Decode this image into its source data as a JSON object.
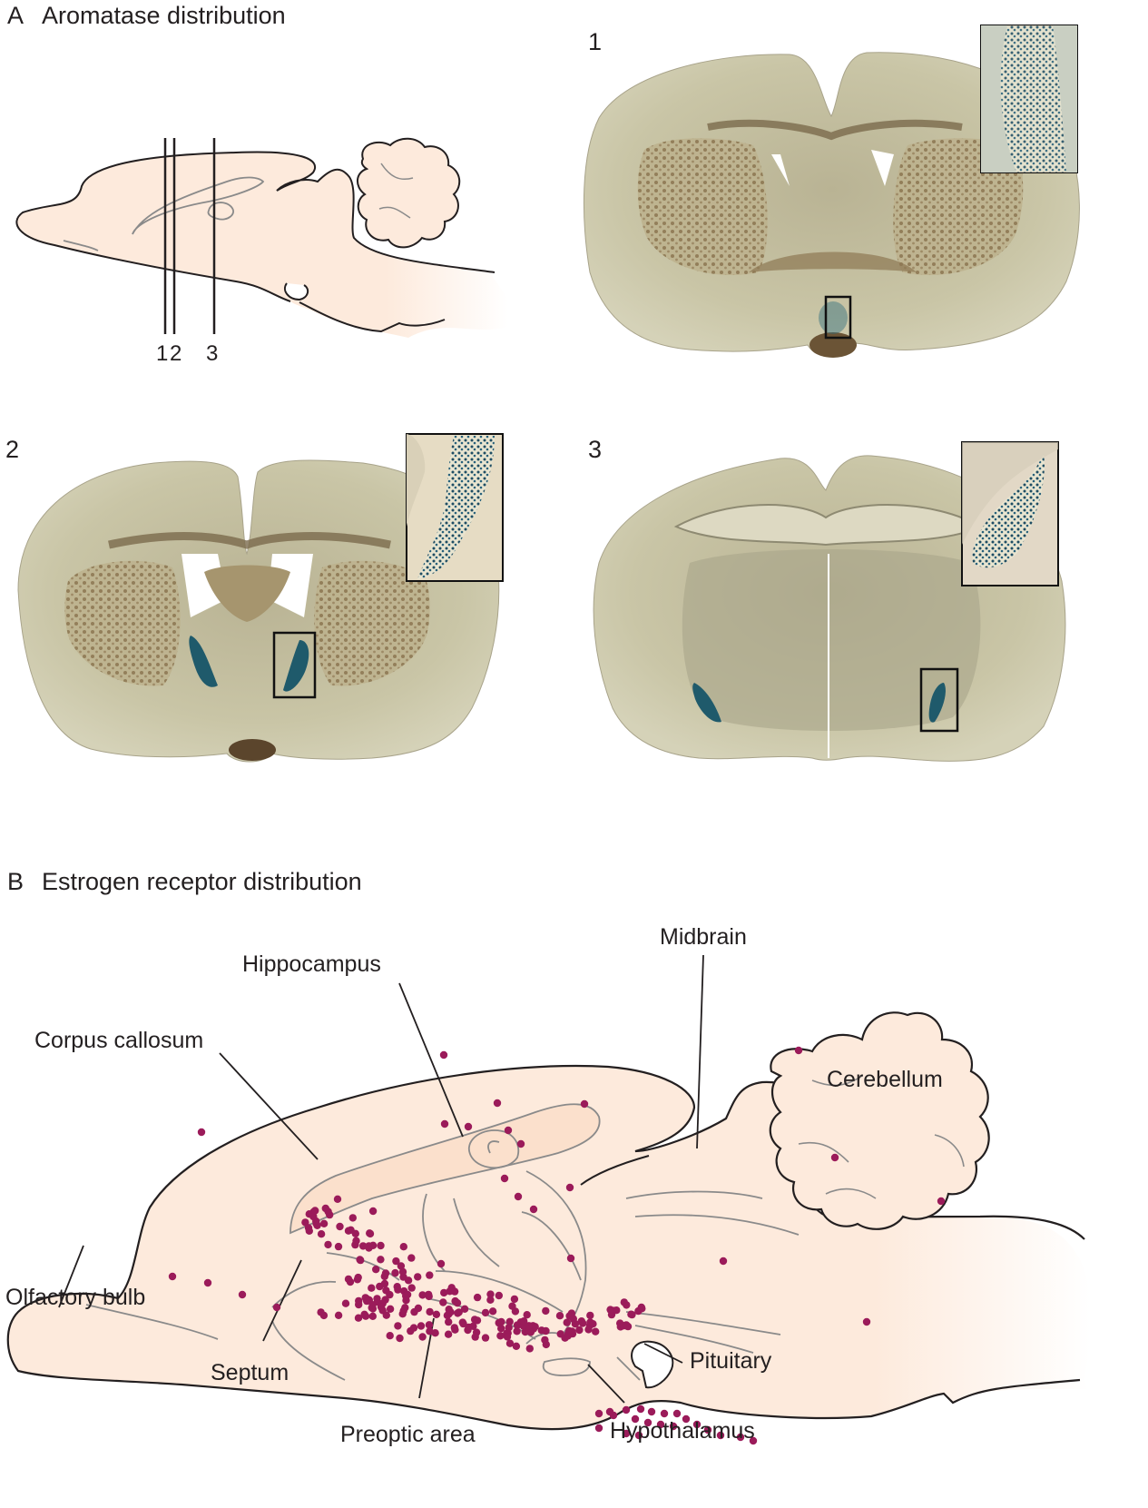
{
  "panel_a": {
    "letter": "A",
    "title": "Aromatase distribution",
    "section_ticks": [
      "1",
      "2",
      "3"
    ],
    "section_labels": [
      "1",
      "2",
      "3"
    ]
  },
  "panel_b": {
    "letter": "B",
    "title": "Estrogen receptor distribution",
    "labels": {
      "midbrain": "Midbrain",
      "hippocampus": "Hippocampus",
      "corpus_callosum": "Corpus callosum",
      "cerebellum": "Cerebellum",
      "olfactory_bulb": "Olfactory bulb",
      "septum": "Septum",
      "preoptic_area": "Preoptic area",
      "hypothalamus": "Hypothalamus",
      "pituitary": "Pituitary"
    }
  },
  "colors": {
    "brain_fill": "#fdeadc",
    "outline": "#231f20",
    "inner_line": "#8a8a8a",
    "receptor_dot": "#9b1b5a",
    "section_tissue": "#c8c4a4",
    "section_dark": "#8e7a5a",
    "aromatase_stain": "#2a6070"
  },
  "icons": {
    "dot": "filled-circle"
  }
}
